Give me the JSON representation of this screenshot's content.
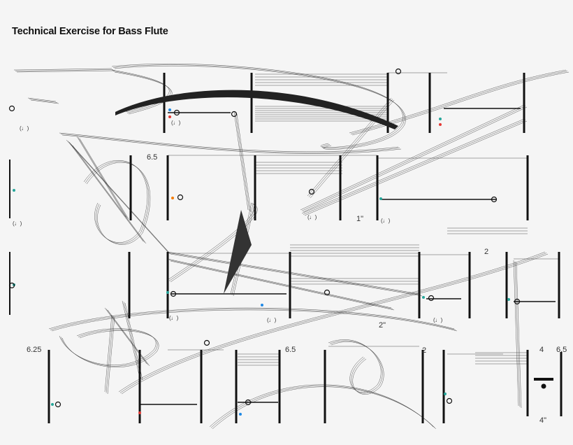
{
  "title": "Technical Exercise for Bass Flute",
  "colors": {
    "background": "#f5f5f5",
    "ink": "#111111",
    "accent_red": "#e53935",
    "accent_teal": "#26a69a",
    "accent_blue": "#1e88e5",
    "accent_orange": "#f57c00"
  },
  "duration_labels": [
    "1\"",
    "2",
    "2\"",
    "2",
    "4\"",
    "4"
  ],
  "tempo_labels": [
    "6.5",
    "6.25",
    "6.5",
    "6.5"
  ],
  "note_markers": [
    "(♩)",
    "(♩)",
    "(♩)",
    "(♩)",
    "(♩)",
    "(♩)",
    "(♩)",
    "(♩)"
  ]
}
